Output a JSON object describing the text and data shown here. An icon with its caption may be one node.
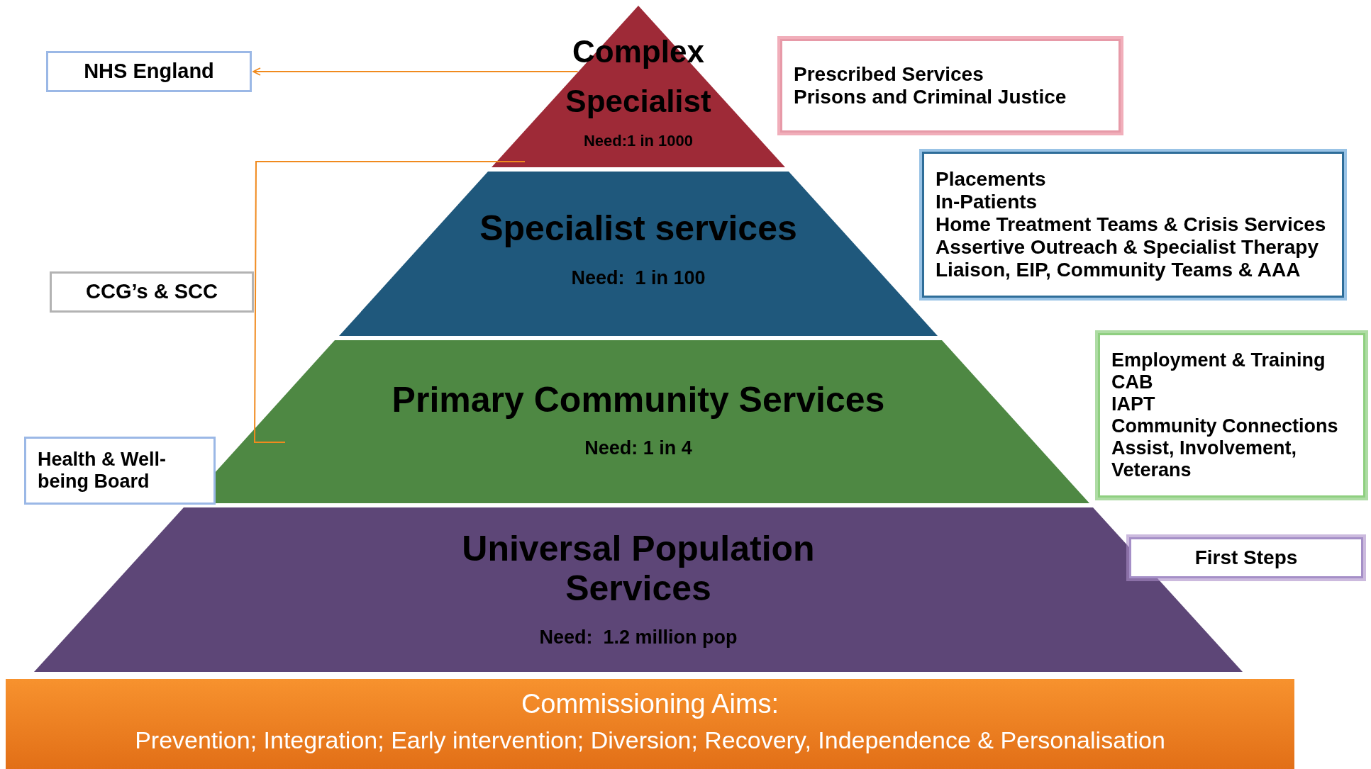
{
  "diagram": {
    "nodes": [
      {
        "text": [
          "NHS England"
        ]
      },
      {
        "text": [
          "CCG’s & SCC"
        ]
      },
      {
        "text": [
          "Health & Well-being Board"
        ]
      },
      {
        "text": [
          "Complex Specialist",
          "Need:1 in 1000"
        ]
      },
      {
        "text": [
          "Specialist services",
          "Need:  1 in 100"
        ]
      },
      {
        "text": [
          "Primary Community Services",
          "Need: 1 in 4"
        ]
      },
      {
        "text": [
          "Universal Population Services",
          "Need:  1.2 million pop"
        ]
      },
      {
        "text": [
          "Prescribed Services",
          "Prisons and Criminal Justice"
        ]
      },
      {
        "text": [
          "Placements",
          "In-Patients",
          "Home Treatment Teams & Crisis Services",
          "Assertive Outreach & Specialist Therapy",
          "Liaison, EIP, Community Teams & AAA"
        ]
      },
      {
        "text": [
          "Employment & Training",
          "CAB",
          "IAPT",
          "Community Connections",
          "Assist, Involvement, Veterans"
        ]
      },
      {
        "text": [
          "First Steps"
        ]
      },
      {
        "text": [
          "Commissioning Aims:",
          "Prevention; Integration; Early intervention; Diversion; Recovery, Independence & Personalisation"
        ]
      }
    ],
    "edges": [
      {
        "from": 3,
        "to": 0,
        "arrow": "to"
      }
    ]
  }
}
